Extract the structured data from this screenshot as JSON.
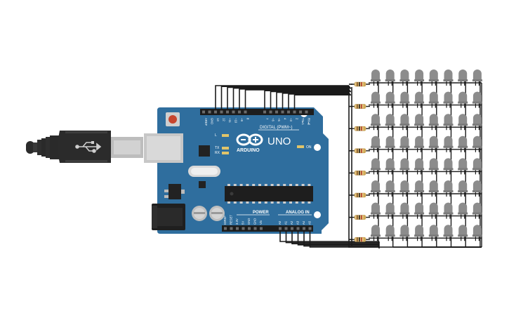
{
  "board": {
    "logo_text": "ARDUINO",
    "model": "UNO",
    "header_digital": "DIGITAL (PWM~)",
    "header_power": "POWER",
    "header_analog": "ANALOG IN",
    "led_on": "ON",
    "led_l": "L",
    "led_tx": "TX",
    "led_rx": "RX",
    "top_pins": [
      "AREF",
      "GND",
      "13",
      "12",
      "~11",
      "~10",
      "~9",
      "8",
      "7",
      "~6",
      "~5",
      "4",
      "~3",
      "2",
      "TX▸1",
      "RX◂0"
    ],
    "power_pins": [
      "IOREF",
      "RESET",
      "3.3V",
      "5V",
      "GND",
      "GND",
      "Vin"
    ],
    "analog_pins": [
      "A0",
      "A1",
      "A2",
      "A3",
      "A4",
      "A5"
    ]
  },
  "matrix": {
    "rows": 8,
    "cols": 8
  },
  "colors": {
    "board": "#2f6e9e",
    "led": "#8c8c8c",
    "wire": "#1a1a1a",
    "usb": "#2b2b2b"
  }
}
